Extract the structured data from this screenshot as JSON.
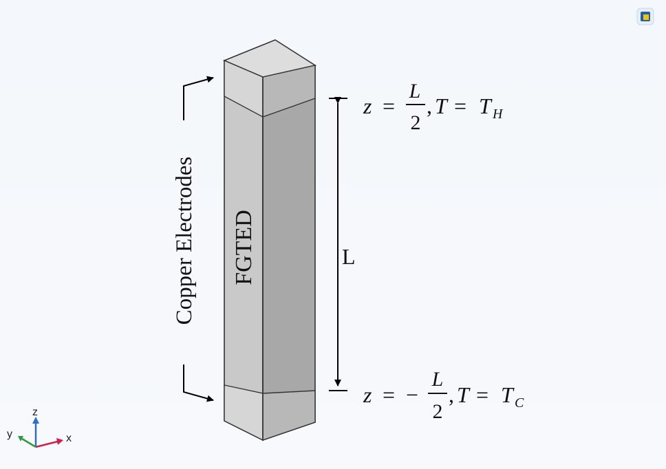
{
  "labels": {
    "fgted": "FGTED",
    "electrodes": "Copper Electrodes",
    "length": "L"
  },
  "equation_top": {
    "z": "z",
    "eq1": "=",
    "sign": "",
    "num": "L",
    "den": "2",
    "comma": ",",
    "T": "T",
    "eq2": "=",
    "Tsym": "T",
    "sub": "H"
  },
  "equation_bottom": {
    "z": "z",
    "eq1": "=",
    "sign": "−",
    "num": "L",
    "den": "2",
    "comma": ",",
    "T": "T",
    "eq2": "=",
    "Tsym": "T",
    "sub": "C"
  },
  "axes": {
    "x": "x",
    "y": "y",
    "z": "z"
  },
  "colors": {
    "block_front": "#c8c8c8",
    "block_side": "#a9a9a9",
    "block_top": "#dcdcdc",
    "electrode_front": "#d2d2d2",
    "axis_x": "#d0204a",
    "axis_y": "#2a9a3a",
    "axis_z": "#2a6fd0"
  },
  "toolbar_icon": "view-cube-icon"
}
